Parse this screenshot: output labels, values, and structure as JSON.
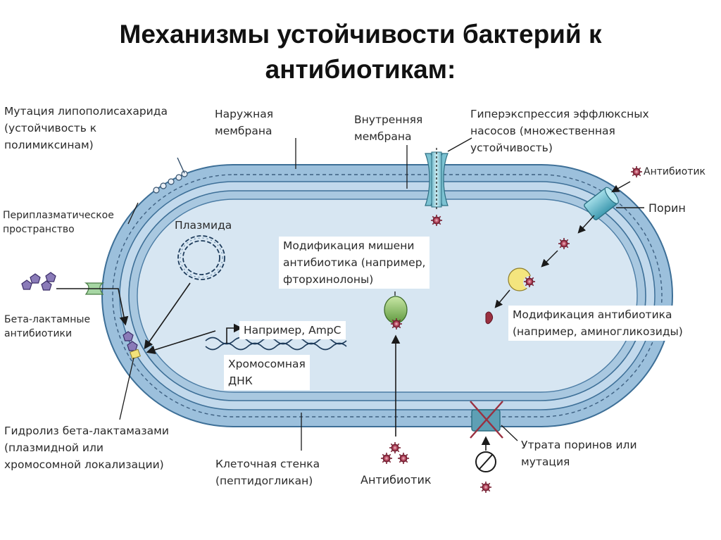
{
  "title": {
    "line1": "Механизмы устойчивости бактерий к",
    "line2": "антибиотикам:"
  },
  "labels": {
    "lps_mutation": [
      "Мутация липополисахарида",
      "(устойчивость к",
      "полимиксинам)"
    ],
    "outer_membrane": [
      "Наружная",
      "мембрана"
    ],
    "inner_membrane": [
      "Внутренняя",
      "мембрана"
    ],
    "efflux": [
      "Гиперэкспрессия эффлюксных",
      "насосов (множественная",
      "устойчивость)"
    ],
    "antibiotic_top": "Антибиотик",
    "porin": "Порин",
    "periplasm": [
      "Периплазматическое",
      "пространство"
    ],
    "plasmid": "Плазмида",
    "target_mod": [
      "Модификация мишени",
      "антибиотика (например,",
      "фторхинолоны)"
    ],
    "beta_lactam": [
      "Бета-лактамные",
      "антибиотики"
    ],
    "antibiotic_mod": [
      "Модификация антибиотика",
      "(например, аминогликозиды)"
    ],
    "ampc": "Например, AmpC",
    "chromosomal_dna": [
      "Хромосомная",
      "ДНК"
    ],
    "hydrolysis": [
      "Гидролиз бета-лактамазами",
      "(плазмидной или",
      "хромосомной локализации)"
    ],
    "cell_wall": [
      "Клеточная стенка",
      "(пептидогликан)"
    ],
    "antibiotic_bottom": "Антибиотик",
    "porin_loss": [
      "Утрата поринов или",
      "мутация"
    ]
  },
  "colors": {
    "outer_membrane": "#8fb3d1",
    "inner_membrane": "#a9c8e0",
    "cytoplasm": "#d6e6f3",
    "membrane_edge": "#3d6f97",
    "antibiotic": "#9a3040",
    "porin": "#5fb6c9",
    "beta_lactam": "#7a68a8",
    "enzyme_yellow": "#f2e27a",
    "target_green": "#8bbf6a",
    "arrow": "#1a1a1a"
  }
}
